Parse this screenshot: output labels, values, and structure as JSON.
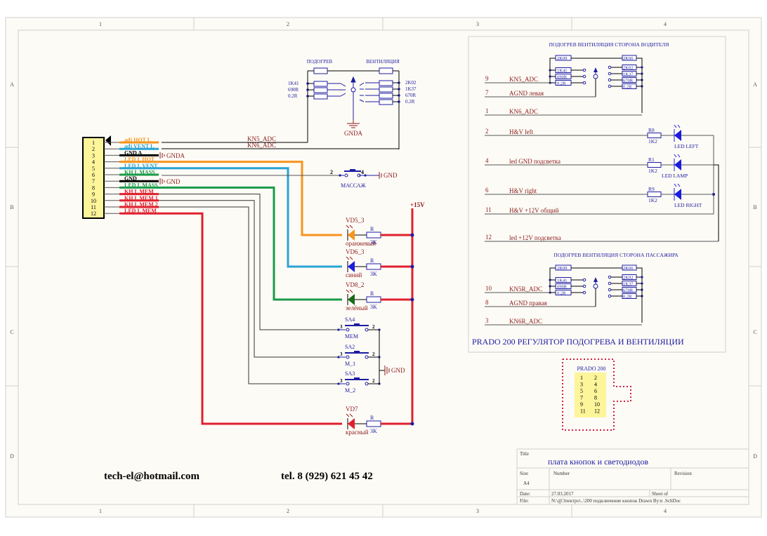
{
  "sheet": {
    "columns": [
      "1",
      "2",
      "3",
      "4"
    ],
    "rows": [
      "A",
      "B",
      "C",
      "D"
    ]
  },
  "connector": {
    "pins": [
      "1",
      "2",
      "3",
      "4",
      "5",
      "6",
      "7",
      "8",
      "9",
      "10",
      "11",
      "12"
    ],
    "wires": [
      {
        "pin": "1",
        "label": "adj HOT L",
        "color": "#f7941d"
      },
      {
        "pin": "2",
        "label": "adj VENT L",
        "color": "#29a3d4"
      },
      {
        "pin": "3",
        "label": "GND A",
        "color": "#000000"
      },
      {
        "pin": "4",
        "label": "LED L HOT",
        "color": "#f7941d"
      },
      {
        "pin": "5",
        "label": "LED L VENT",
        "color": "#29a3d4"
      },
      {
        "pin": "6",
        "label": "KH L MASS",
        "color": "#1a9a4a"
      },
      {
        "pin": "7",
        "label": "GND",
        "color": "#000000"
      },
      {
        "pin": "8",
        "label": "LED L MASS",
        "color": "#1a9a4a"
      },
      {
        "pin": "9",
        "label": "KH L MEM",
        "color": "#e0202e"
      },
      {
        "pin": "10",
        "label": "KH L MEM 1",
        "color": "#e0202e"
      },
      {
        "pin": "11",
        "label": "KH L MEM 2",
        "color": "#e0202e"
      },
      {
        "pin": "12",
        "label": "LED L MEM",
        "color": "#e0202e"
      }
    ],
    "gnda_label": "GNDA",
    "gnd_label": "GND"
  },
  "switch_top": {
    "heat_label": "ПОДОГРЕВ",
    "vent_label": "ВЕНТИЛЯЦИЯ",
    "left_values": [
      "1K41",
      "690R",
      "0.2R"
    ],
    "right_values": [
      "2K02",
      "1K37",
      "670R",
      "0.2R"
    ],
    "gnda": "GNDA",
    "net1": "KN5_ADC",
    "net2": "KN6_ADC"
  },
  "massage": {
    "pin_a": "2",
    "pin_b": "4",
    "label": "МАССАЖ",
    "gnd": "GND"
  },
  "power": {
    "label": "+15V"
  },
  "leds": [
    {
      "ref": "VD5_3",
      "color_name": "оранжевый",
      "r": "R",
      "rv": "3K",
      "fill": "#f7941d"
    },
    {
      "ref": "VD6_3",
      "color_name": "синий",
      "r": "R",
      "rv": "3K",
      "fill": "#1c1cdc"
    },
    {
      "ref": "VD8_2",
      "color_name": "зелёный",
      "r": "R",
      "rv": "3K",
      "fill": "#1a6a1a"
    },
    {
      "ref": "VD7",
      "color_name": "красный",
      "r": "R",
      "rv": "3K",
      "fill": "#e0202e"
    }
  ],
  "buttons": [
    {
      "ref": "SA4",
      "name": "MEM",
      "p1": "3",
      "p2": "2"
    },
    {
      "ref": "SA2",
      "name": "M_1",
      "p1": "3",
      "p2": "2"
    },
    {
      "ref": "SA3",
      "name": "M_2",
      "p1": "3",
      "p2": "2"
    }
  ],
  "buttons_gnd": "GND",
  "right_panel": {
    "driver_title": "ПОДОГРЕВ ВЕНТИЛЯЦИЯ СТОРОНА ВОДИТЕЛЯ",
    "passenger_title": "ПОДОГРЕВ ВЕНТИЛЯЦИЯ СТОРОНА ПАССАЖИРА",
    "top_r": [
      "2K09",
      "2K66"
    ],
    "left_r": [
      "1K41",
      "690R",
      "0.2R"
    ],
    "right_r": [
      "2K02",
      "1K37",
      "670R",
      "0.2R"
    ],
    "driver_lines": [
      {
        "num": "9",
        "label": "KN5_ADC"
      },
      {
        "num": "7",
        "label": "AGND левая"
      },
      {
        "num": "1",
        "label": "KN6_ADC"
      }
    ],
    "led_lines": [
      {
        "num": "2",
        "label": "H&V left",
        "r": "R8",
        "rv": "1K2",
        "led": "LED LEFT"
      },
      {
        "num": "4",
        "label": "led GND подсветка",
        "r": "R1",
        "rv": "1K2",
        "led": "LED LAMP"
      },
      {
        "num": "6",
        "label": "H&V right",
        "r": "R9",
        "rv": "1K2",
        "led": "LED RIGHT"
      }
    ],
    "common_lines": [
      {
        "num": "11",
        "label": "H&V +12V  общий"
      },
      {
        "num": "12",
        "label": "led +12V подсветка"
      }
    ],
    "passenger_lines": [
      {
        "num": "10",
        "label": "KN5R_ADC"
      },
      {
        "num": "8",
        "label": "AGND правая"
      },
      {
        "num": "3",
        "label": "KN6R_ADC"
      }
    ],
    "main_title": "PRADO 200 РЕГУЛЯТОР ПОДОГРЕВА И ВЕНТИЛЯЦИИ"
  },
  "pinout": {
    "title": "PRADO 200",
    "rows": [
      [
        "1",
        "2"
      ],
      [
        "3",
        "4"
      ],
      [
        "5",
        "6"
      ],
      [
        "7",
        "8"
      ],
      [
        "9",
        "10"
      ],
      [
        "11",
        "12"
      ]
    ]
  },
  "contacts": {
    "email": "tech-el@hotmail.com",
    "phone": "tel. 8 (929) 621 45 42"
  },
  "title_block": {
    "title_label": "Title",
    "title": "плата кнопок и светодиодов",
    "size_label": "Size",
    "size": "A4",
    "number_label": "Number",
    "revision_label": "Revision",
    "date_label": "Date:",
    "date": "27.03.2017",
    "sheet_label": "Sheet    of",
    "file_label": "File:",
    "file": "N:\\@Электро\\..\\200 подключение кнопок Drawn By:n .SchDoc"
  }
}
